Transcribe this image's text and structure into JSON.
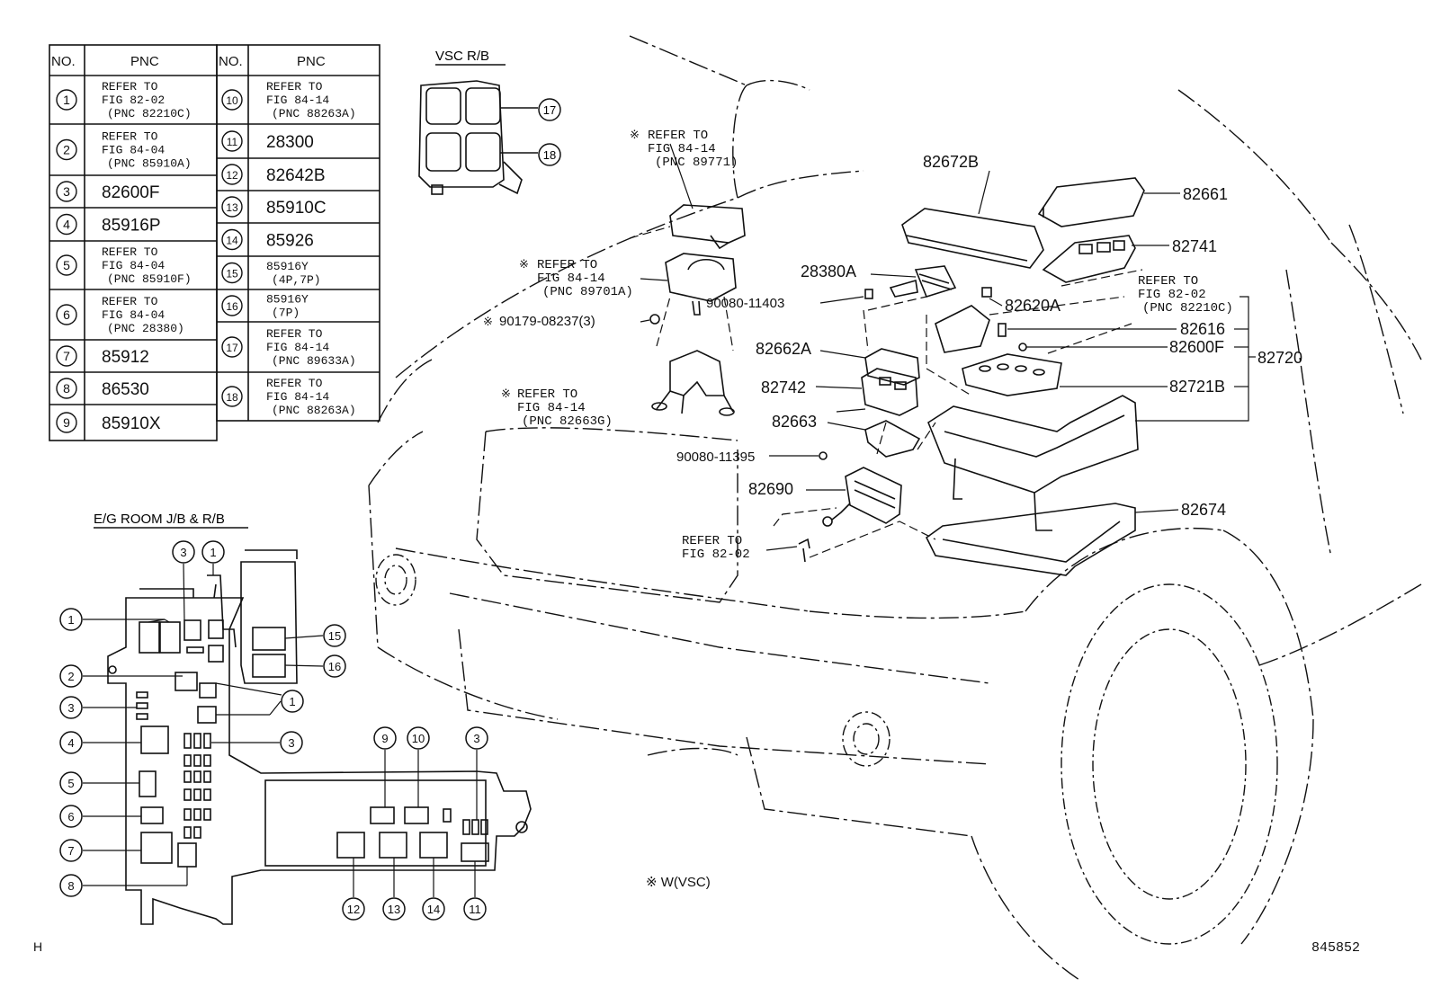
{
  "table": {
    "header_no": "NO.",
    "header_pnc": "PNC",
    "left_rows": [
      {
        "no": "1",
        "lines": [
          "REFER TO",
          "FIG 82-02",
          "(PNC 82210C)"
        ]
      },
      {
        "no": "2",
        "lines": [
          "REFER TO",
          "FIG 84-04",
          "(PNC 85910A)"
        ]
      },
      {
        "no": "3",
        "lines": [
          "82600F"
        ]
      },
      {
        "no": "4",
        "lines": [
          "85916P"
        ]
      },
      {
        "no": "5",
        "lines": [
          "REFER TO",
          "FIG 84-04",
          "(PNC 85910F)"
        ]
      },
      {
        "no": "6",
        "lines": [
          "REFER TO",
          "FIG 84-04",
          "(PNC 28380)"
        ]
      },
      {
        "no": "7",
        "lines": [
          "85912"
        ]
      },
      {
        "no": "8",
        "lines": [
          "86530"
        ]
      },
      {
        "no": "9",
        "lines": [
          "85910X"
        ]
      }
    ],
    "right_rows": [
      {
        "no": "10",
        "lines": [
          "REFER TO",
          "FIG 84-14",
          "(PNC 88263A)"
        ]
      },
      {
        "no": "11",
        "lines": [
          "28300"
        ]
      },
      {
        "no": "12",
        "lines": [
          "82642B"
        ]
      },
      {
        "no": "13",
        "lines": [
          "85910C"
        ]
      },
      {
        "no": "14",
        "lines": [
          "85926"
        ]
      },
      {
        "no": "15",
        "lines": [
          "85916Y",
          "(4P,7P)"
        ]
      },
      {
        "no": "16",
        "lines": [
          "85916Y",
          "(7P)"
        ]
      },
      {
        "no": "17",
        "lines": [
          "REFER TO",
          "FIG 84-14",
          "(PNC 89633A)"
        ]
      },
      {
        "no": "18",
        "lines": [
          "REFER TO",
          "FIG 84-14",
          "(PNC 88263A)"
        ]
      }
    ]
  },
  "vsc_title": "VSC R/B",
  "eg_title": "E/G ROOM J/B & R/B",
  "parts": {
    "p82672B": "82672B",
    "p82661": "82661",
    "p82741": "82741",
    "p28380A": "28380A",
    "p90080_11403": "90080-11403",
    "p82620A": "82620A",
    "p82616": "82616",
    "p82600F": "82600F",
    "p82720": "82720",
    "p82662A": "82662A",
    "p82742": "82742",
    "p82721B": "82721B",
    "p82663": "82663",
    "p90080_11395": "90080-11395",
    "p82690": "82690",
    "p82674": "82674",
    "p90179": "90179-08237(3)"
  },
  "refs": {
    "r_top": [
      "REFER TO",
      "FIG 84-14",
      "(PNC 89771)"
    ],
    "r_relay": [
      "REFER TO",
      "FIG 84-14",
      "(PNC 89701A)"
    ],
    "r_bracket": [
      "REFER TO",
      "FIG 84-14",
      "(PNC 82663G)"
    ],
    "r_right": [
      "REFER TO",
      "FIG 82-02",
      "(PNC 82210C)"
    ],
    "r_bottom": [
      "REFER TO",
      "FIG 82-02"
    ]
  },
  "marks": {
    "asterisk": "※",
    "note": "※ W(VSC)",
    "corner_code": "H",
    "figure_number": "845852"
  }
}
